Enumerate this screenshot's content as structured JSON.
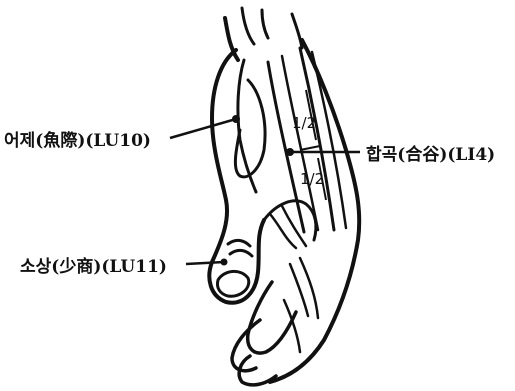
{
  "labels": {
    "eoje": "어제(魚際)(LU10)",
    "hapgok": "합곡(合谷)(LI4)",
    "sosang": "소상(少商)(LU11)",
    "half_upper": "1/2",
    "half_lower": "1/2"
  },
  "colors": {
    "ink": "#111111",
    "paper": "#ffffff"
  }
}
